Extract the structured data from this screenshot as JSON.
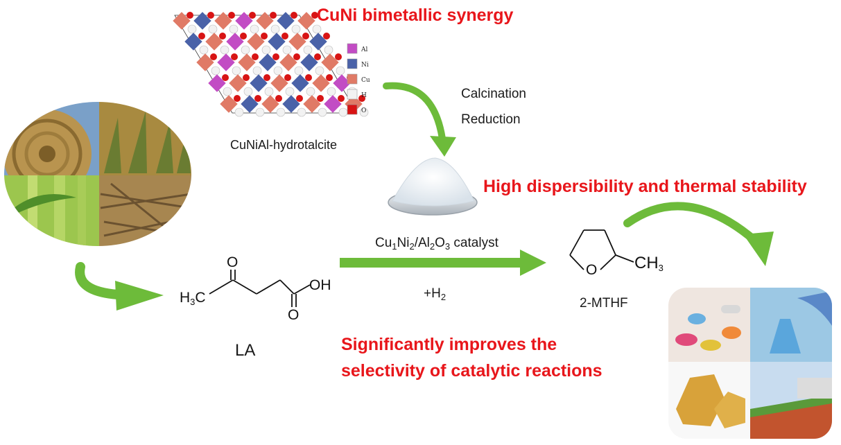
{
  "headlines": {
    "synergy": "CuNi bimetallic synergy",
    "dispersibility": "High dispersibility and thermal stability",
    "selectivity_line1": "Significantly improves the",
    "selectivity_line2": "selectivity of catalytic reactions"
  },
  "labels": {
    "precursor": "CuNiAl-hydrotalcite",
    "step1": "Calcination",
    "step2": "Reduction",
    "catalyst": {
      "cu": "Cu",
      "s1": "1",
      "ni": "Ni",
      "s2": "2",
      "al": "/Al",
      "s3": "2",
      "o": "O",
      "s4": "3",
      "rest": " catalyst"
    },
    "hydrogen": {
      "plus": "+H",
      "sub": "2"
    },
    "substrate": "LA",
    "product": "2-MTHF"
  },
  "legend": [
    {
      "symbol": "Al",
      "color": "#c24cc4"
    },
    {
      "symbol": "Ni",
      "color": "#4a62a8"
    },
    {
      "symbol": "Cu",
      "color": "#e07a66"
    },
    {
      "symbol": "H",
      "color": "#f2f2f2"
    },
    {
      "symbol": "O",
      "color": "#d81414"
    }
  ],
  "molecule_la": {
    "atom_o_top": "O",
    "atom_oh": "OH",
    "atom_o_bottom": "O",
    "h3c": {
      "h": "H",
      "sub": "3",
      "c": "C"
    }
  },
  "molecule_mthf": {
    "ring_o": "O",
    "ch3": {
      "ch": "CH",
      "sub": "3"
    }
  },
  "colors": {
    "arrow_green": "#6dbb3a",
    "headline_red": "#e8161b"
  }
}
